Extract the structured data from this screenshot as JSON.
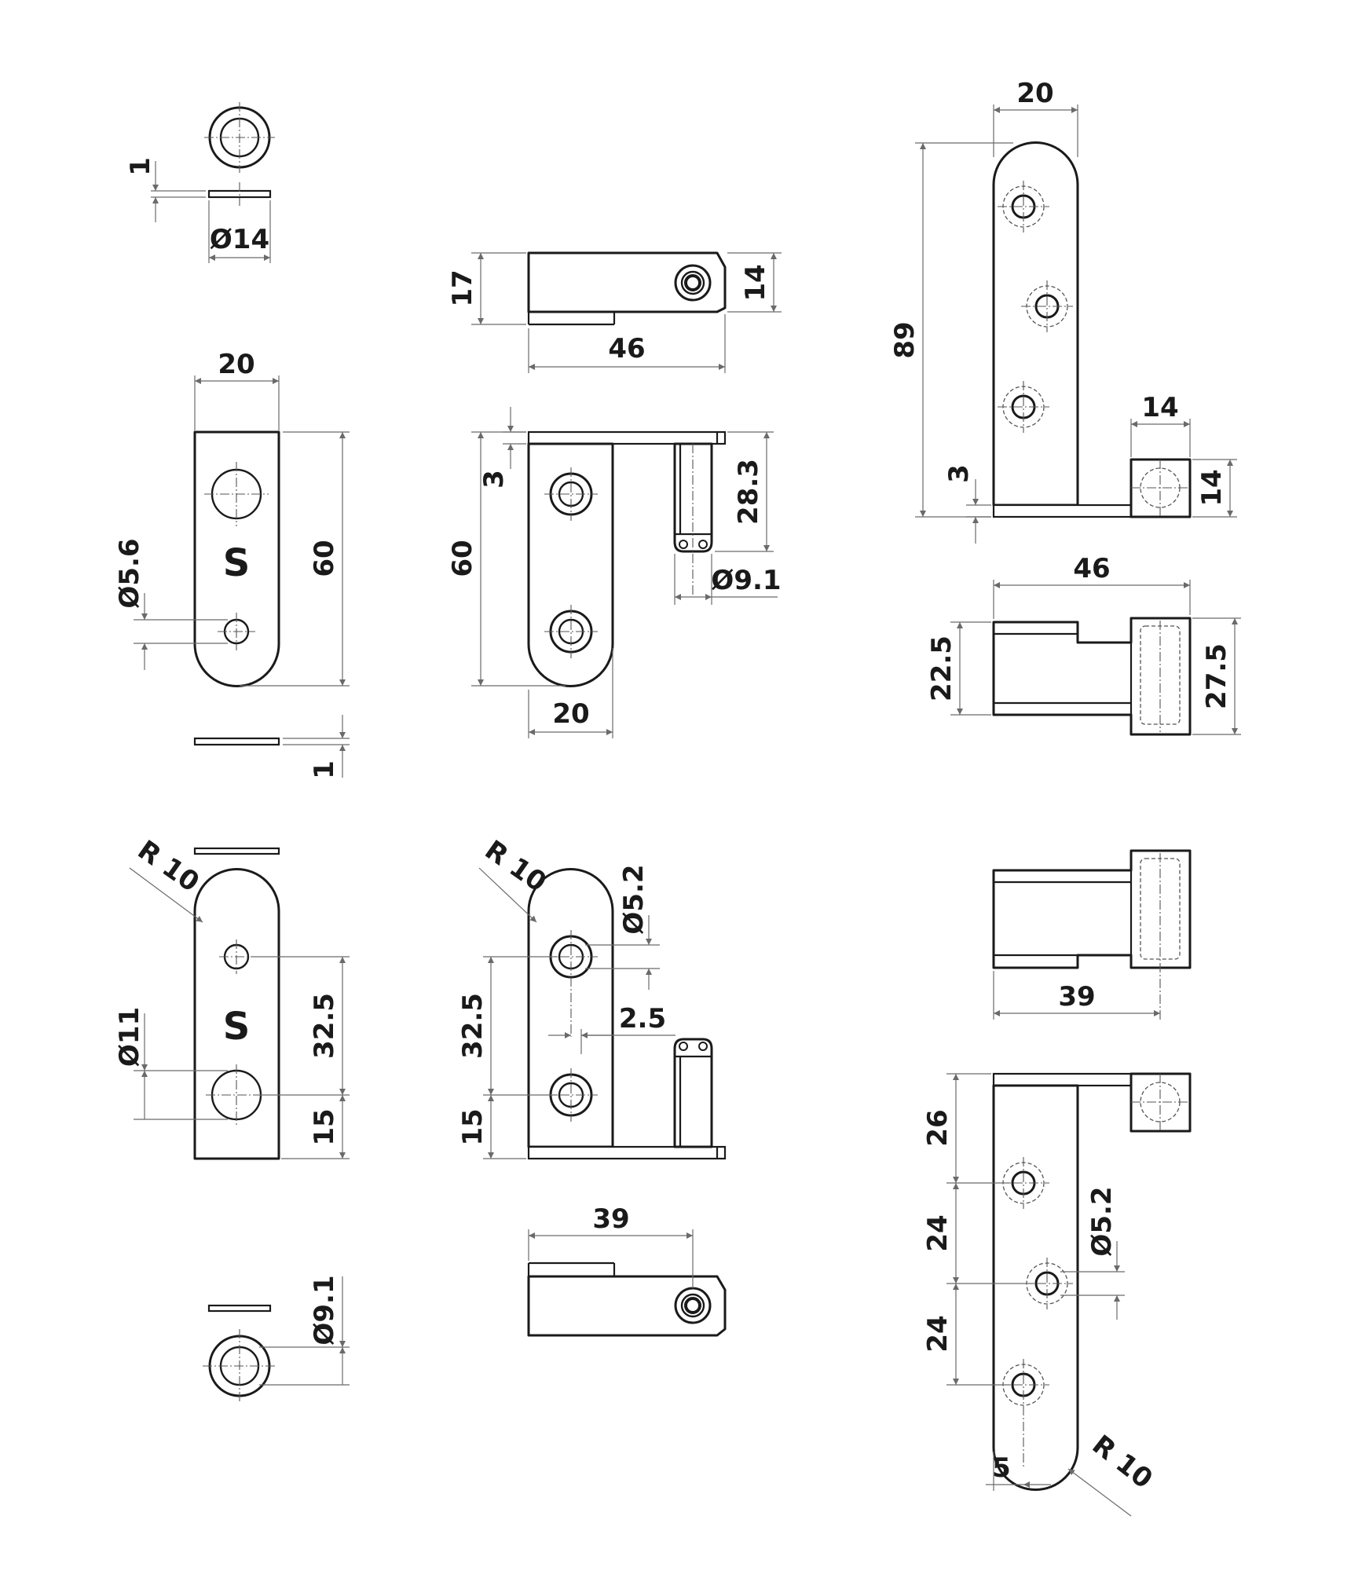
{
  "drawing": {
    "part_mark": "S",
    "dimensions": {
      "washer_top_thickness": "1",
      "washer_top_diameter": "Ø14",
      "strap_width": "20",
      "strap_length": "60",
      "strap_hole_diameter": "Ø5.6",
      "strap_thickness": "1",
      "topview_height": "17",
      "topview_knuckle": "14",
      "topview_length": "46",
      "front_plate_thickness": "3",
      "front_height": "60",
      "pin_length": "28.3",
      "pin_diameter": "Ø9.1",
      "front_width": "20",
      "tall_width": "20",
      "tall_height": "89",
      "tall_block_width": "14",
      "tall_plate_thickness": "3",
      "tall_block_height": "14",
      "side_length": "46",
      "side_height_left": "22.5",
      "side_height_right": "27.5",
      "radius_left": "R 10",
      "hole_large_diameter": "Ø11",
      "hole_spacing_left": "32.5",
      "hole_offset_left": "15",
      "radius_middle": "R 10",
      "hole_diameter_middle": "Ø5.2",
      "hole_spacing_middle": "32.5",
      "pin_offset": "2.5",
      "hole_offset_middle": "15",
      "bottom_topview_length": "39",
      "washer_bottom_diameter": "Ø9.1",
      "side2_length": "39",
      "spacing_top": "26",
      "spacing_mid": "24",
      "spacing_bottom": "24",
      "hole_diameter_right": "Ø5.2",
      "hole_offset_right": "5",
      "radius_right": "R 10"
    }
  }
}
